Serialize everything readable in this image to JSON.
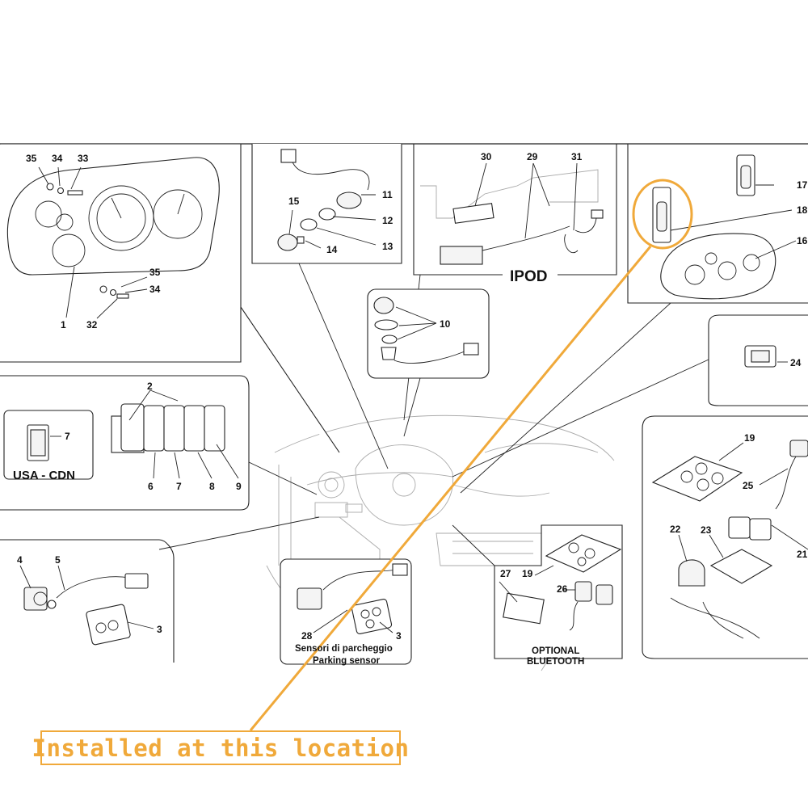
{
  "diagram": {
    "part_numbers": {
      "p35a": "35",
      "p34a": "34",
      "p33": "33",
      "p35b": "35",
      "p34b": "34",
      "p32": "32",
      "p1": "1",
      "p11": "11",
      "p15": "15",
      "p12": "12",
      "p14": "14",
      "p13": "13",
      "p30": "30",
      "p29": "29",
      "p31": "31",
      "p17": "17",
      "p18": "18",
      "p16": "16",
      "p10": "10",
      "p24": "24",
      "p7a": "7",
      "p2": "2",
      "p6": "6",
      "p7b": "7",
      "p8": "8",
      "p9": "9",
      "p19a": "19",
      "p25": "25",
      "p22": "22",
      "p23": "23",
      "p21": "21",
      "p4": "4",
      "p5": "5",
      "p3a": "3",
      "p28": "28",
      "p3b": "3",
      "p27": "27",
      "p19b": "19",
      "p26": "26"
    },
    "labels": {
      "usa_cdn": "USA - CDN",
      "ipod": "IPOD",
      "parking_it": "Sensori di parcheggio",
      "parking_en": "Parking sensor",
      "bluetooth_line1": "OPTIONAL",
      "bluetooth_line2": "BLUETOOTH"
    }
  },
  "callout": {
    "text": "Installed at this location",
    "color": "#f0a93a"
  }
}
